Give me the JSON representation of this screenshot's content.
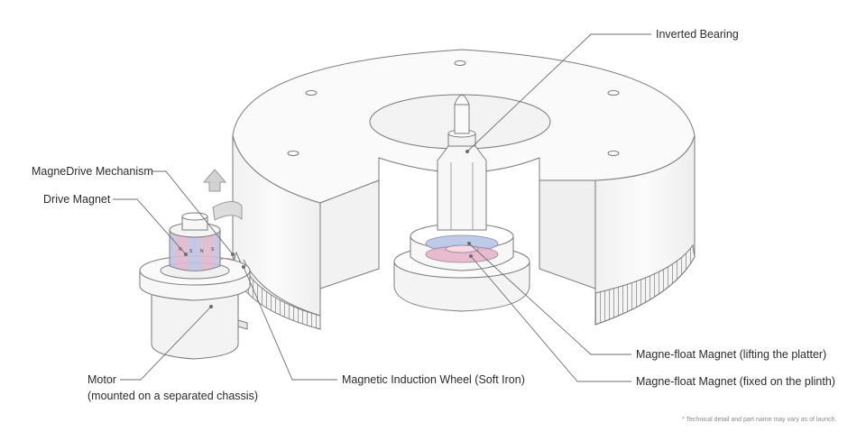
{
  "labels": {
    "inverted_bearing": "Inverted Bearing",
    "magnedrive_mechanism": "MagneDrive Mechanism",
    "drive_magnet": "Drive Magnet",
    "motor_line1": "Motor",
    "motor_line2": "(mounted on a separated chassis)",
    "induction_wheel": "Magnetic Induction Wheel (Soft Iron)",
    "float_magnet_lift": "Magne-float Magnet (lifting the platter)",
    "float_magnet_fixed": "Magne-float Magnet (fixed on the plinth)"
  },
  "magnet_poles": [
    "N",
    "S",
    "N",
    "S"
  ],
  "footnote": "* Technical detail and part name may vary as of launch.",
  "colors": {
    "line": "#7a7a7a",
    "fill": "#f6f6f6",
    "shade": "#ececec",
    "magnet_blue": "#b8c6e6",
    "magnet_pink": "#e7b6c9"
  }
}
